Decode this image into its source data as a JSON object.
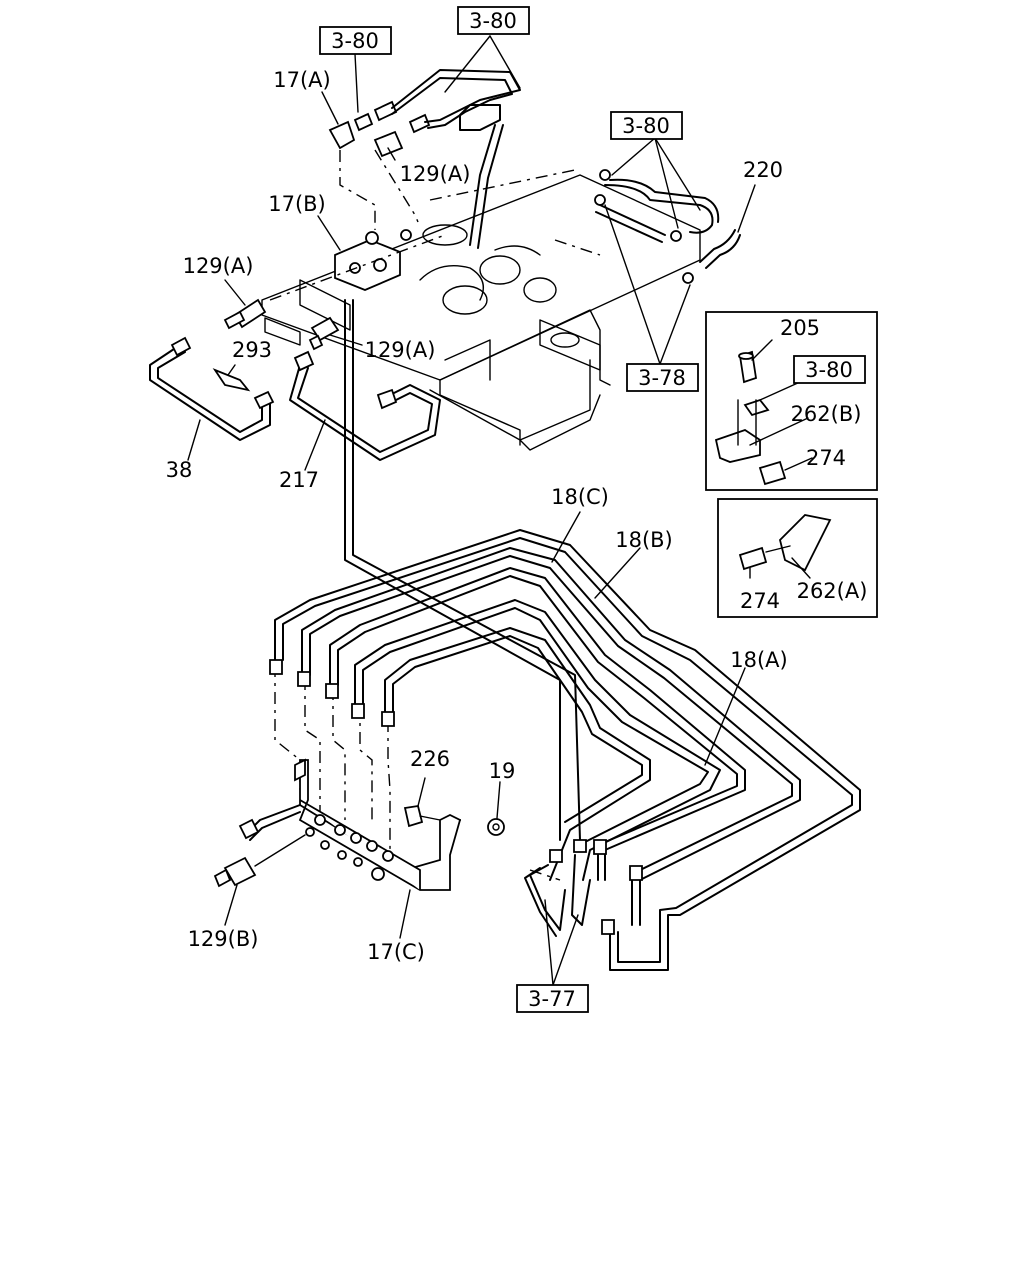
{
  "labels": {
    "ref_3_80_a": "3-80",
    "ref_3_80_b": "3-80",
    "ref_3_80_c": "3-80",
    "ref_3_80_d": "3-80",
    "ref_3_78": "3-78",
    "ref_3_77": "3-77",
    "p17a": "17(A)",
    "p17b": "17(B)",
    "p17c": "17(C)",
    "p129a_1": "129(A)",
    "p129a_2": "129(A)",
    "p129a_3": "129(A)",
    "p129b": "129(B)",
    "p220": "220",
    "p293": "293",
    "p38": "38",
    "p217": "217",
    "p205": "205",
    "p262b": "262(B)",
    "p274_a": "274",
    "p274_b": "274",
    "p262a": "262(A)",
    "p18c": "18(C)",
    "p18b": "18(B)",
    "p18a": "18(A)",
    "p226": "226",
    "p19": "19"
  }
}
